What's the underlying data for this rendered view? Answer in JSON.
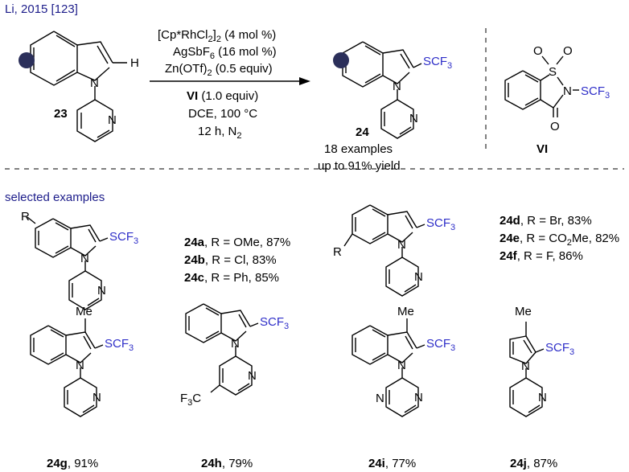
{
  "citation": "Li, 2015 [123]",
  "colors": {
    "citation": "#1c1c8a",
    "scf3": "#2e2ec8",
    "catalyst_ball": "#2b2f5a"
  },
  "reaction": {
    "substrate_label": "23",
    "product_label": "24",
    "conditions": {
      "line1_main": "[Cp*RhCl",
      "line1_sub": "2",
      "line1_end": "]",
      "line1_sub2": "2",
      "line1_tail": " (4 mol %)",
      "line2_main": "AgSbF",
      "line2_sub": "6",
      "line2_tail": " (16 mol %)",
      "line3_main": "Zn(OTf)",
      "line3_sub": "2",
      "line3_tail": " (0.5 equiv)",
      "line4_bold": "VI",
      "line4_tail": " (1.0 equiv)",
      "line5": "DCE, 100 °C",
      "line6_main": "12 h, N",
      "line6_sub": "2"
    },
    "product_notes": [
      "18 examples",
      "up to 91% yield"
    ],
    "reagent_label": "VI"
  },
  "atoms": {
    "H": "H",
    "N": "N",
    "S": "S",
    "O": "O",
    "R": "R",
    "Me": "Me",
    "SCF": "SCF",
    "three": "3",
    "F3C_main": "F",
    "F3C_sub": "3",
    "F3C_end": "C"
  },
  "section_title": "selected examples",
  "group1": [
    {
      "id": "24a",
      "text": ", R = OMe, 87%"
    },
    {
      "id": "24b",
      "text": ", R = Cl, 83%"
    },
    {
      "id": "24c",
      "text": ", R = Ph, 85%"
    }
  ],
  "group2": [
    {
      "id": "24d",
      "text": ", R = Br, 83%"
    },
    {
      "id": "24e",
      "text": ", R = CO",
      "sub": "2",
      "tail": "Me, 82%"
    },
    {
      "id": "24f",
      "text": ", R = F, 86%"
    }
  ],
  "bottom": [
    {
      "id": "24g",
      "yield": ", 91%"
    },
    {
      "id": "24h",
      "yield": ", 79%"
    },
    {
      "id": "24i",
      "yield": ", 77%"
    },
    {
      "id": "24j",
      "yield": ", 87%"
    }
  ]
}
